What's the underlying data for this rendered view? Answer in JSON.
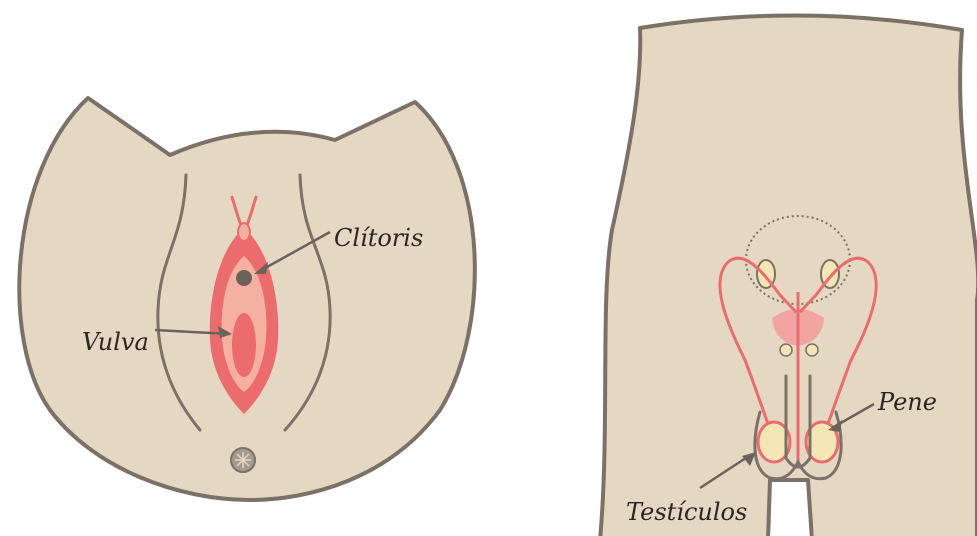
{
  "labels": {
    "clitoris": "Clítoris",
    "vulva": "Vulva",
    "pene": "Pene",
    "testiculos": "Testículos"
  },
  "colors": {
    "skin": "#e5d8c3",
    "outline": "#7b7166",
    "vulva_outer": "#ec6c6e",
    "vulva_inner": "#f4b0a0",
    "glands": "#f3e6b4",
    "vessels": "#ec6c6e",
    "prostate": "#f2a4a0",
    "text": "#2b2522"
  }
}
